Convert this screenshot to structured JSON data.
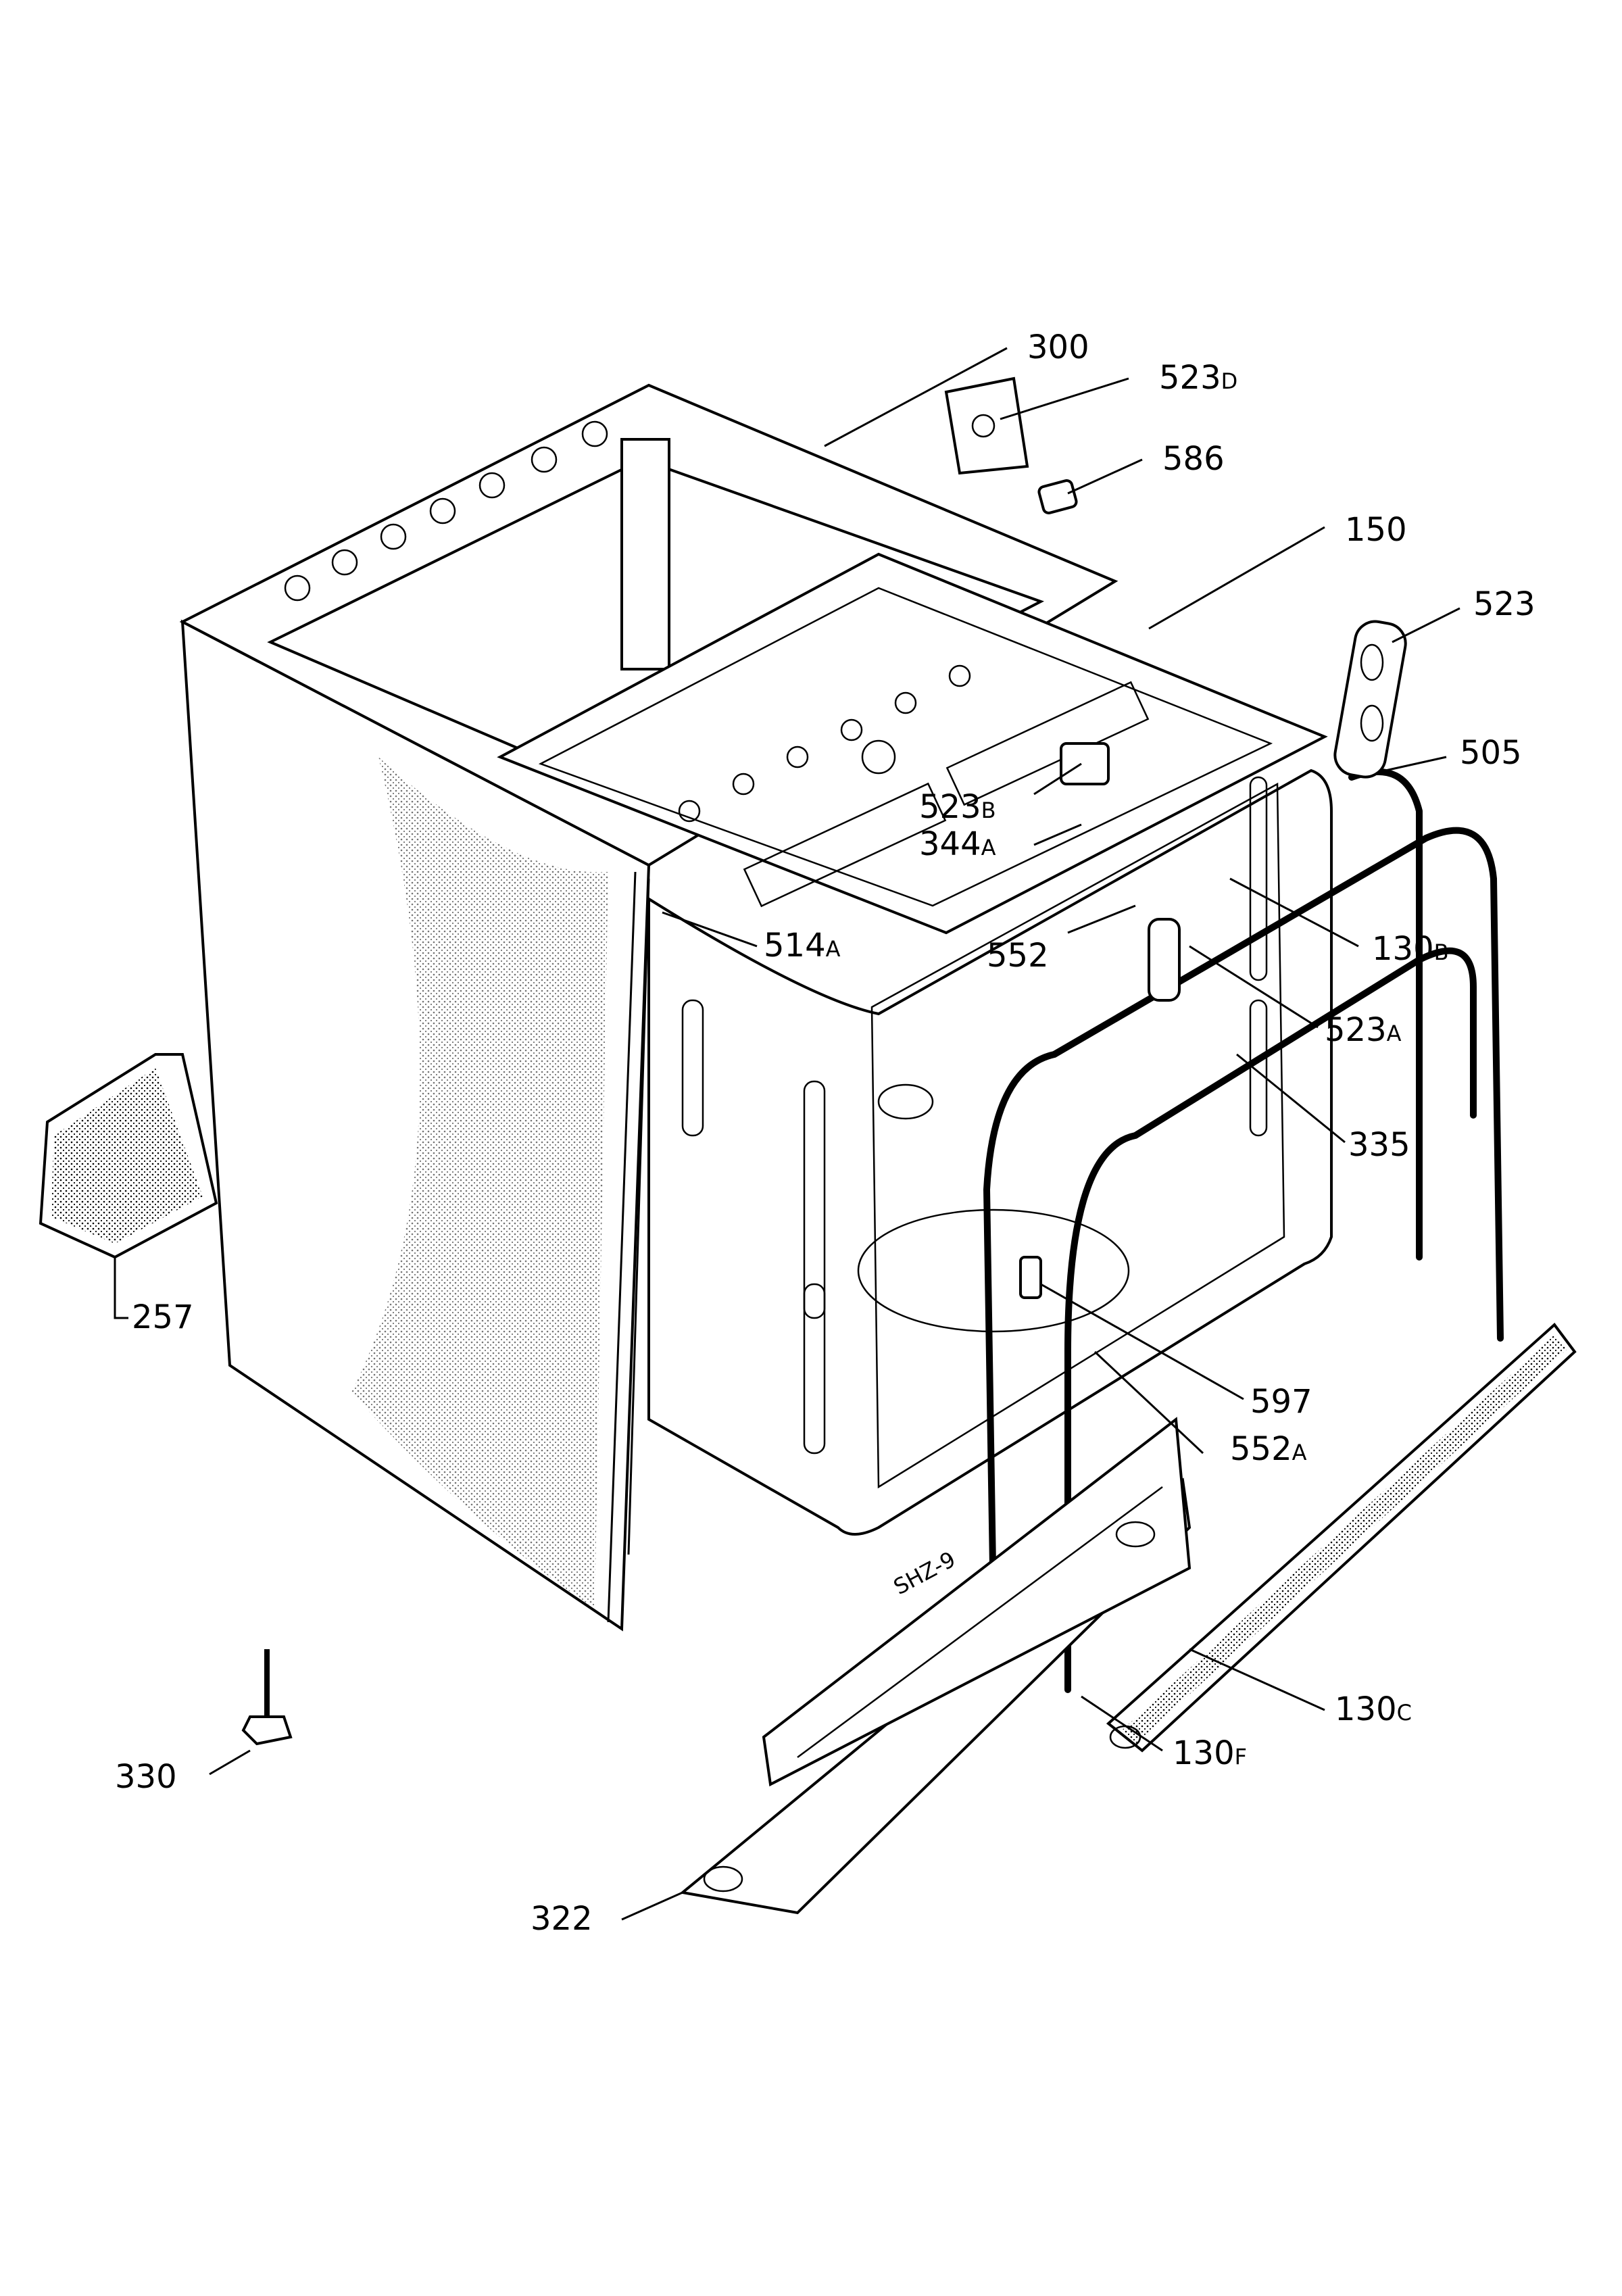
{
  "callouts": [
    {
      "id": "c300",
      "num": "300",
      "suf": ""
    },
    {
      "id": "c523d",
      "num": "523",
      "suf": "D"
    },
    {
      "id": "c586",
      "num": "586",
      "suf": ""
    },
    {
      "id": "c150",
      "num": "150",
      "suf": ""
    },
    {
      "id": "c523",
      "num": "523",
      "suf": ""
    },
    {
      "id": "c505",
      "num": "505",
      "suf": ""
    },
    {
      "id": "c523b",
      "num": "523",
      "suf": "B"
    },
    {
      "id": "c344a",
      "num": "344",
      "suf": "A"
    },
    {
      "id": "c514a",
      "num": "514",
      "suf": "A"
    },
    {
      "id": "c552",
      "num": "552",
      "suf": ""
    },
    {
      "id": "c130b",
      "num": "130",
      "suf": "B"
    },
    {
      "id": "c523a",
      "num": "523",
      "suf": "A"
    },
    {
      "id": "c335",
      "num": "335",
      "suf": ""
    },
    {
      "id": "c257",
      "num": "257",
      "suf": ""
    },
    {
      "id": "c597",
      "num": "597",
      "suf": ""
    },
    {
      "id": "c552a",
      "num": "552",
      "suf": "A"
    },
    {
      "id": "c130c",
      "num": "130",
      "suf": "C"
    },
    {
      "id": "c130f",
      "num": "130",
      "suf": "F"
    },
    {
      "id": "c330",
      "num": "330",
      "suf": ""
    },
    {
      "id": "c322",
      "num": "322",
      "suf": ""
    }
  ],
  "stamp": "SHZ-9"
}
